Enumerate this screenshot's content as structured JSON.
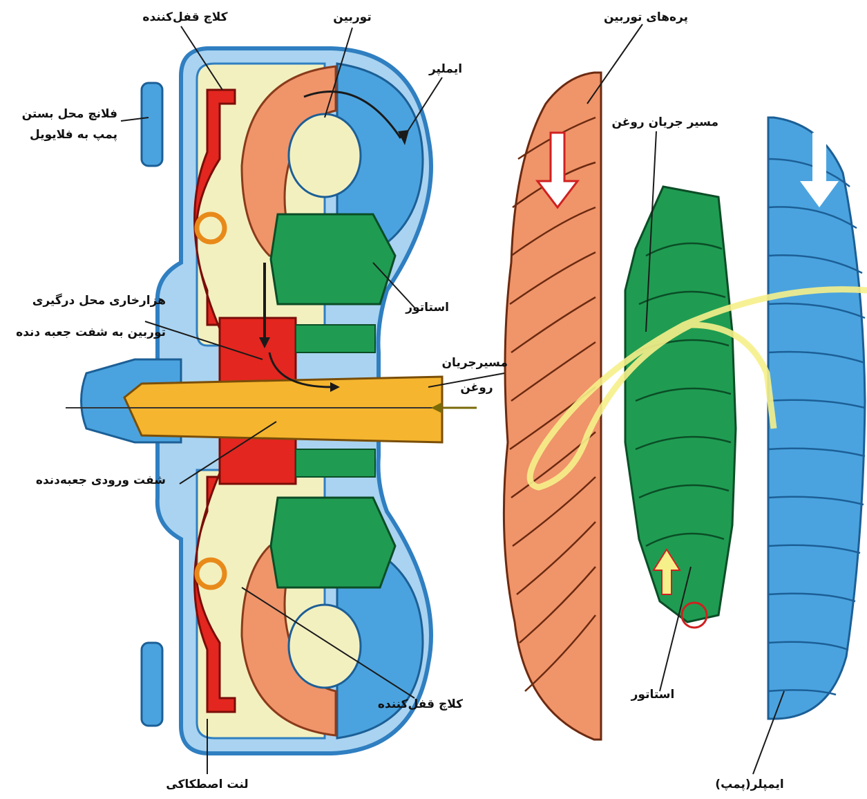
{
  "colors": {
    "housing": "#4aa3df",
    "housing_fill": "#a9d3f1",
    "oil_fill": "#f3f0c0",
    "turbine": "#f0946a",
    "stator": "#1f9c52",
    "clutch": "#e3261f",
    "shaft": "#f5b52e",
    "flow": "#f6f08a"
  },
  "labels": {
    "lockup_clutch_top": "کلاچ قفل‌کننده",
    "turbine": "توربین",
    "turbine_blades": "پره‌های توربین",
    "impeller": "ایملپر",
    "flange_line1": "فلانچ محل بستن",
    "flange_line2": "پمپ به فلایویل",
    "oil_path": "مسیر جریان روغن",
    "stator_left": "استاتور",
    "spline_line1": "هزارخاری محل درگیری",
    "spline_line2": "توربین به شفت جعبه دنده",
    "oil_flow_line1": "مسیرجریان",
    "oil_flow_line2": "روغن",
    "input_shaft": "شفت ورودی جعبه‌دنده",
    "lockup_clutch_bottom": "کلاچ قفل‌کننده",
    "friction_lining": "لنت اصطکاکی",
    "stator_right": "استاتور",
    "impeller_pump": "ایمپلر(پمپ)"
  }
}
